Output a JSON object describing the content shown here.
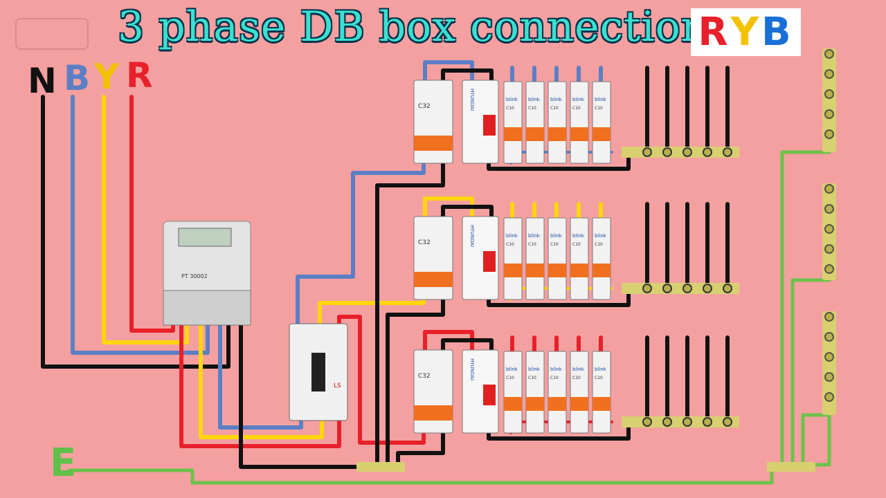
{
  "title": "3 phase DB box connection",
  "badge": {
    "r": "R",
    "y": "Y",
    "b": "B"
  },
  "phase_labels": {
    "n": "N",
    "b": "B",
    "y": "Y",
    "r": "R"
  },
  "earth_label": "E",
  "colors": {
    "background": "#f4a0a0",
    "red": "#e8202a",
    "yellow": "#ffd60a",
    "blue": "#5b7fc4",
    "black": "#111111",
    "green": "#6cc24a",
    "title": "#39e0d0"
  },
  "energy_meter": {
    "label": "PT 30002"
  },
  "mccb": {
    "brand": "LS"
  },
  "distribution_rows": [
    {
      "phase": "blue",
      "mcb_brand": "blink",
      "main_rating": "C32",
      "rccb_brand": "HYUNDAI",
      "branch_rating": "C10",
      "branch_count": 5
    },
    {
      "phase": "yellow",
      "mcb_brand": "blink",
      "main_rating": "C32",
      "rccb_brand": "HYUNDAI",
      "branch_rating": "C10",
      "branch_count": 5
    },
    {
      "phase": "red",
      "mcb_brand": "blink",
      "main_rating": "C32",
      "rccb_brand": "HYUNDAI",
      "branch_rating": "C10",
      "branch_count": 5
    }
  ],
  "icons": [
    "channel-logo-icon",
    "earth-bar-icon",
    "neutral-bar-icon"
  ]
}
